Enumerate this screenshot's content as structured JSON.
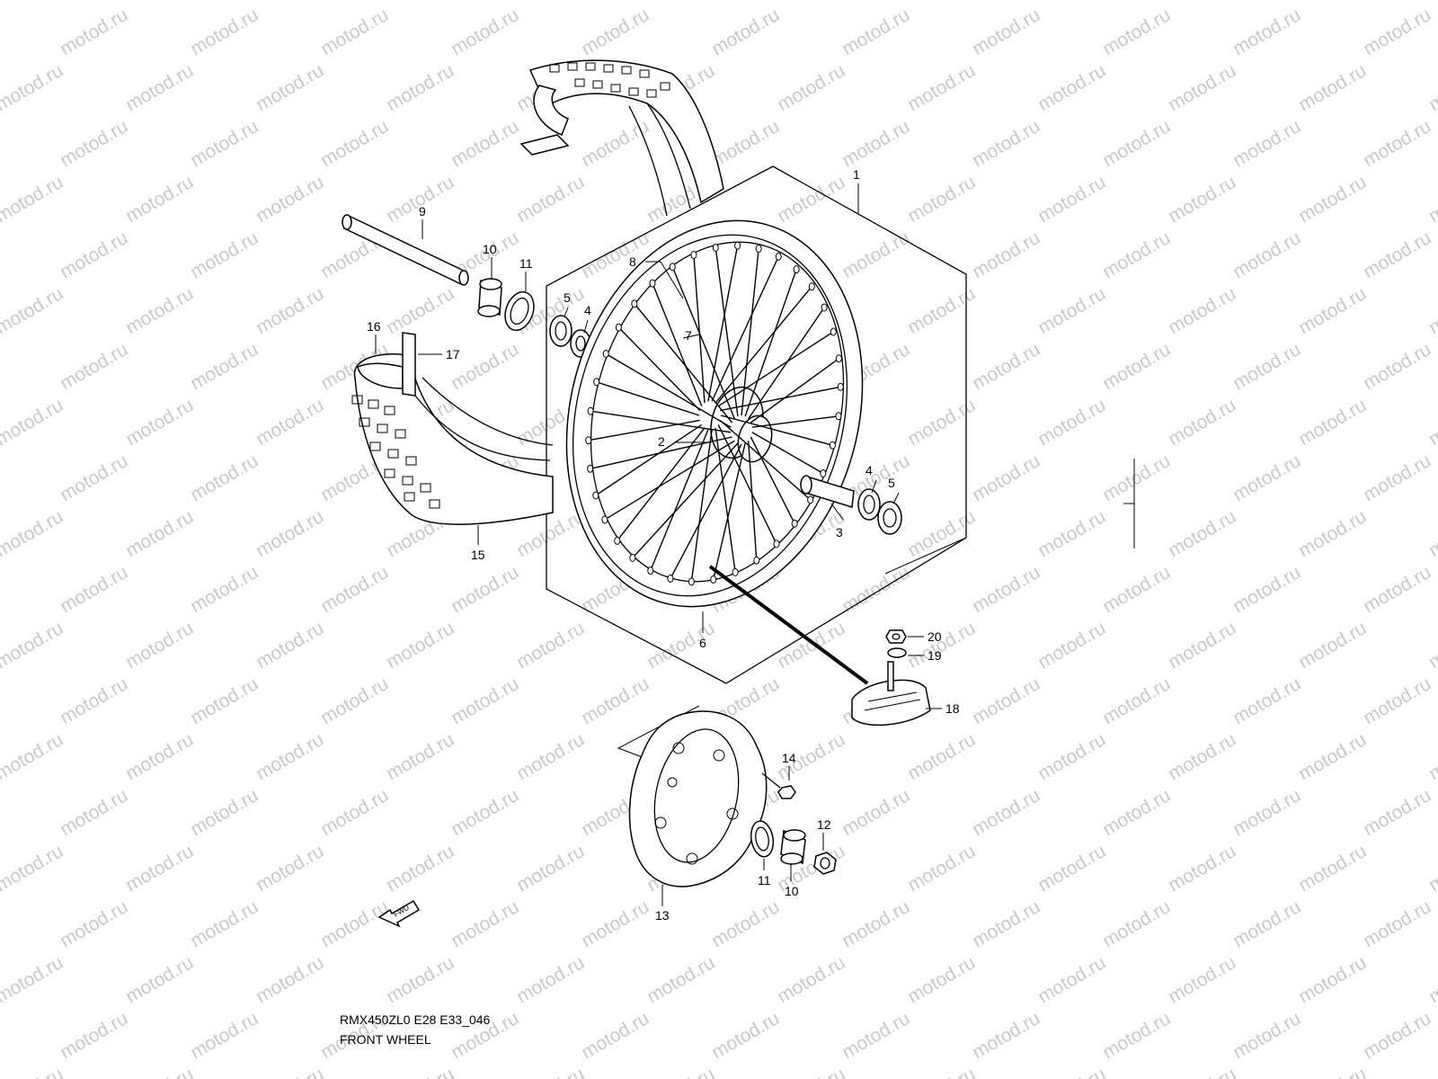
{
  "watermark": "motod.ru",
  "diagram_code": "RMX450ZL0 E28 E33_046",
  "diagram_title": "FRONT WHEEL",
  "fwd_label": "FWD",
  "callouts": [
    "1",
    "2",
    "3",
    "4",
    "4",
    "5",
    "5",
    "6",
    "7",
    "8",
    "9",
    "10",
    "10",
    "11",
    "11",
    "12",
    "13",
    "14",
    "15",
    "16",
    "17",
    "18",
    "19",
    "20"
  ]
}
